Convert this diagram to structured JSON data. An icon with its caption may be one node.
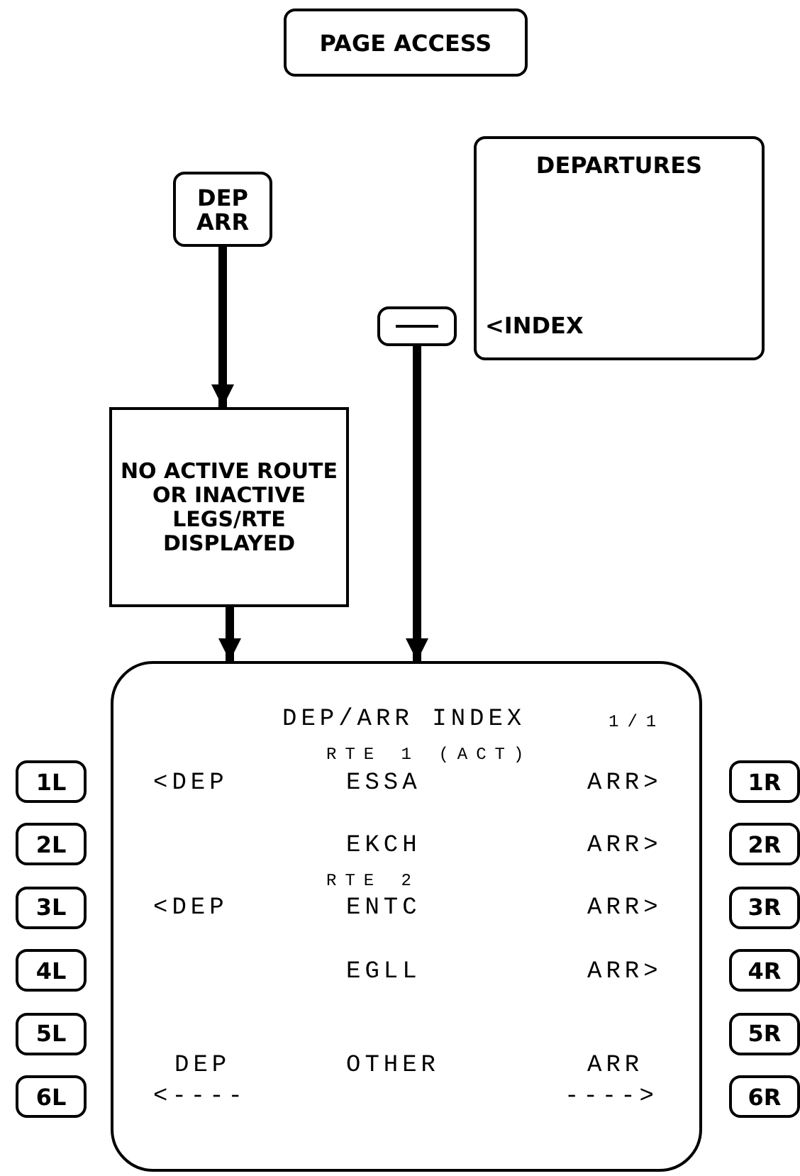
{
  "diagram": {
    "nodes": [
      {
        "text": [
          "PAGE ACCESS"
        ]
      },
      {
        "text": [
          "DEP ARR"
        ]
      },
      {
        "text": [
          "DEPARTURES",
          "<INDEX"
        ]
      },
      {
        "text": [],
        "shape": "box"
      },
      {
        "text": [
          "NO ACTIVE ROUTE OR INACTIVE LEGS/RTE DISPLAYED"
        ]
      },
      {
        "text": [
          "DEP/ARR INDEX",
          "1/1",
          "RTE 1 (ACT)",
          "<DEP",
          "ESSA",
          "ARR>",
          "EKCH",
          "ARR>",
          "RTE 2",
          "<DEP",
          "ENTC",
          "ARR>",
          "EGLL",
          "ARR>",
          "DEP",
          "OTHER",
          "ARR",
          "<----",
          "---->"
        ]
      },
      {
        "text": [
          "1L"
        ]
      },
      {
        "text": [
          "1R"
        ]
      },
      {
        "text": [
          "2L"
        ]
      },
      {
        "text": [
          "2R"
        ]
      },
      {
        "text": [
          "3L"
        ]
      },
      {
        "text": [
          "3R"
        ]
      },
      {
        "text": [
          "4L"
        ]
      },
      {
        "text": [
          "4R"
        ]
      },
      {
        "text": [
          "5L"
        ]
      },
      {
        "text": [
          "5R"
        ]
      },
      {
        "text": [
          "6L"
        ]
      },
      {
        "text": [
          "6R"
        ]
      }
    ],
    "edges": [
      {
        "from": 1,
        "to": 4,
        "arrow": "to"
      },
      {
        "from": 4,
        "to": 5,
        "arrow": "to"
      },
      {
        "from": 3,
        "to": 5,
        "arrow": "to"
      }
    ]
  }
}
